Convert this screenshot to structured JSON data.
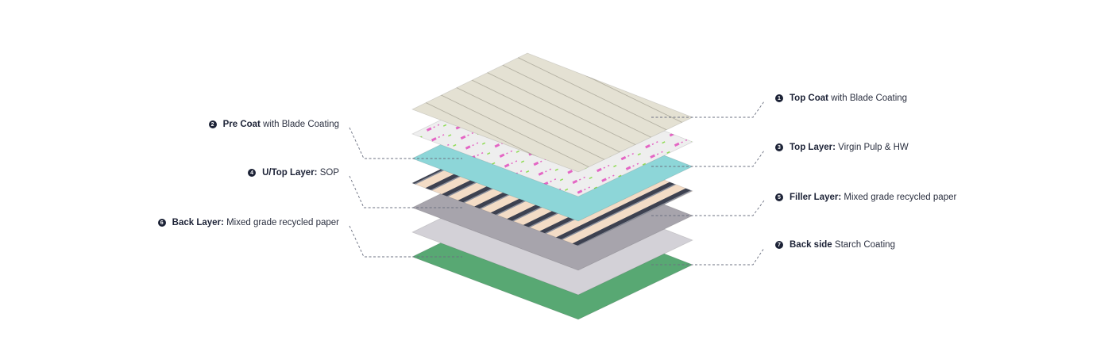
{
  "layers": [
    {
      "num": "1",
      "title": "Top Coat",
      "desc": "with Blade Coating",
      "side": "right",
      "color": "#e4e1d3"
    },
    {
      "num": "2",
      "title": "Pre Coat",
      "desc": "with Blade Coating",
      "side": "left",
      "color": "#eeeeee"
    },
    {
      "num": "3",
      "title": "Top Layer:",
      "desc": "Virgin Pulp & HW",
      "side": "right",
      "color": "#8dd6d8"
    },
    {
      "num": "4",
      "title": "U/Top Layer:",
      "desc": "SOP",
      "side": "left",
      "color": "#f3dcc6"
    },
    {
      "num": "5",
      "title": "Filler Layer:",
      "desc": "Mixed grade recycled paper",
      "side": "right",
      "color": "#a7a4ac"
    },
    {
      "num": "6",
      "title": "Back Layer:",
      "desc": "Mixed grade recycled paper",
      "side": "left",
      "color": "#d3d1d7"
    },
    {
      "num": "7",
      "title": "Back side",
      "desc": "Starch Coating",
      "side": "right",
      "color": "#58a873"
    }
  ]
}
